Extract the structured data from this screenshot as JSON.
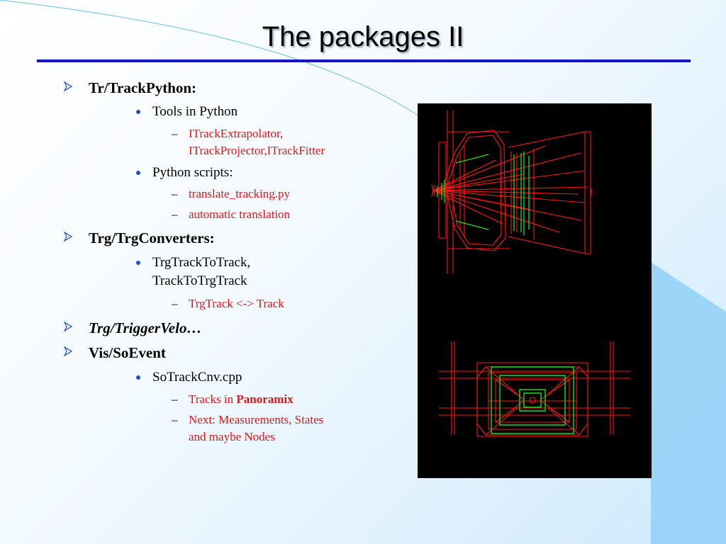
{
  "slide": {
    "title": "The packages II"
  },
  "items": {
    "tr_trackpython": "Tr/TrackPython:",
    "tools_in_python": "Tools in Python",
    "itrack_line1": "ITrackExtrapolator,",
    "itrack_line2": "ITrackProjector,ITrackFitter",
    "python_scripts": "Python scripts:",
    "translate_tracking": "translate_tracking.py",
    "automatic_translation": "automatic translation",
    "trg_trgconverters": "Trg/TrgConverters:",
    "trgtracktotrack_line1": "TrgTrackToTrack,",
    "trgtracktotrack_line2": "TrackToTrgTrack",
    "trgtrack_track": "TrgTrack <-> Track",
    "trg_triggervelo": "Trg/TriggerVelo…",
    "vis_soevent": "Vis/SoEvent",
    "sotrackcnv": "SoTrackCnv.cpp",
    "tracks_in_prefix": "Tracks in ",
    "tracks_in_emph": "Panoramix",
    "next_line1": "Next: Measurements, States",
    "next_line2": "and maybe Nodes"
  },
  "colors": {
    "title_rule": "#1515c8",
    "level3_text": "#e11818",
    "bullet_dot": "#1d4fc4",
    "viz_background": "#000000",
    "viz_red": "#ff1414",
    "viz_green": "#18e018"
  },
  "icons": {
    "level1_marker": "arrow-chevron-icon",
    "level2_marker": "dot-bullet-icon",
    "level3_marker": "dash-icon"
  }
}
